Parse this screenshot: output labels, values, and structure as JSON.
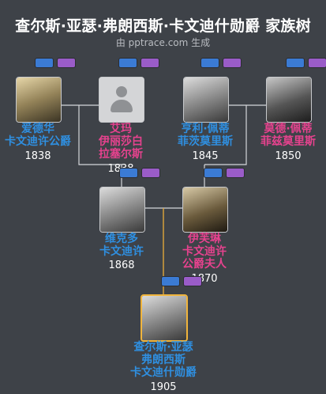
{
  "title": "查尔斯·亚瑟·弗朗西斯·卡文迪什勋爵 家族树",
  "subtitle": "由 pptrace.com 生成",
  "colors": {
    "male": "#2f8fe0",
    "female": "#e6428e",
    "focus_border": "#f0b43c",
    "line": "#d5d7da",
    "focus_line": "#e0a83a"
  },
  "persons": {
    "p1": {
      "name_lines": [
        "爱德华",
        "卡文迪许公爵"
      ],
      "year": "1838"
    },
    "p2": {
      "name_lines": [
        "艾玛",
        "伊丽莎白",
        "拉塞尔斯"
      ],
      "year": "1838"
    },
    "p3": {
      "name_lines": [
        "亨利·佩蒂",
        "菲茨莫里斯"
      ],
      "year": "1845"
    },
    "p4": {
      "name_lines": [
        "莫德·佩蒂",
        "菲兹莫里斯"
      ],
      "year": "1850"
    },
    "p5": {
      "name_lines": [
        "维克多",
        "卡文迪许"
      ],
      "year": "1868"
    },
    "p6": {
      "name_lines": [
        "伊芙琳",
        "卡文迪许",
        "公爵夫人"
      ],
      "year": "1870"
    },
    "p7": {
      "name_lines": [
        "查尔斯·亚瑟",
        "弗朗西斯",
        "卡文迪什勋爵"
      ],
      "year": "1905"
    }
  }
}
